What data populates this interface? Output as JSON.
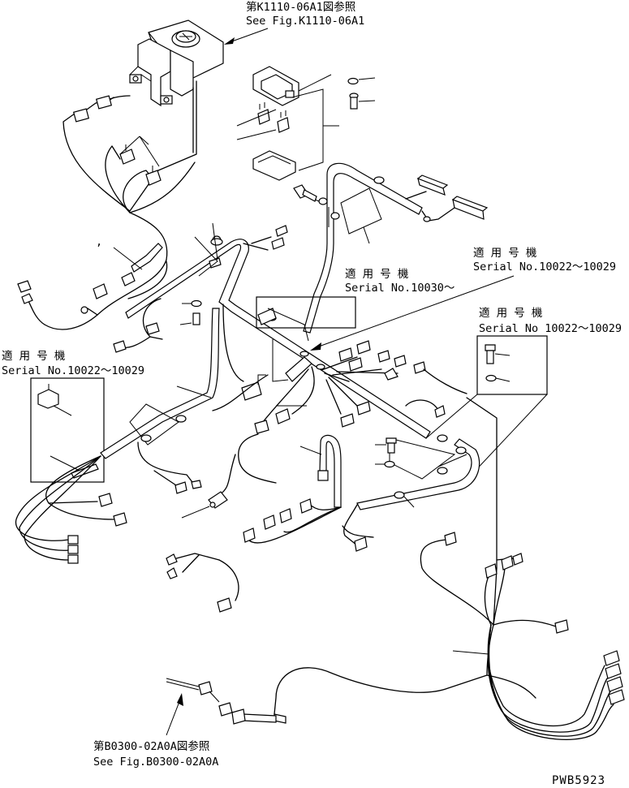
{
  "references": {
    "top": {
      "jp": "第K1110-06A1図参照",
      "en": "See Fig.K1110-06A1"
    },
    "bottom": {
      "jp": "第B0300-02A0A図参照",
      "en": "See Fig.B0300-02A0A"
    }
  },
  "serial_notes": {
    "center": {
      "jp": "適 用 号 機",
      "en": "Serial No.10030～"
    },
    "right_top": {
      "jp": "適 用 号 機",
      "en": "Serial No.10022～10029"
    },
    "right_mid": {
      "jp": "適 用 号 機",
      "en": "Serial No 10022～10029"
    },
    "left": {
      "jp": "適 用 号 機",
      "en": "Serial No.10022～10029"
    }
  },
  "stray_mark": ",",
  "drawing_code": "PWB5923"
}
